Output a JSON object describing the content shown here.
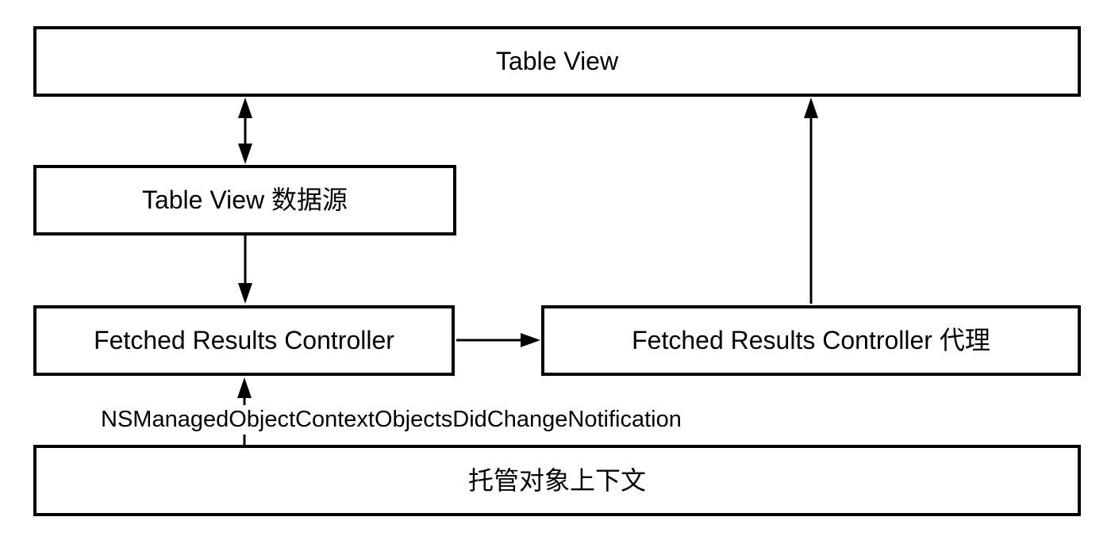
{
  "diagram": {
    "colors": {
      "background": "#ffffff",
      "stroke": "#000000",
      "text": "#000000"
    },
    "boxes": {
      "table_view": {
        "label": "Table View"
      },
      "table_view_data_source": {
        "label": "Table View 数据源"
      },
      "fetched_results_controller": {
        "label": "Fetched Results Controller"
      },
      "fetched_results_controller_delegate": {
        "label": "Fetched Results Controller 代理"
      },
      "managed_object_context": {
        "label": "托管对象上下文"
      }
    },
    "labels": {
      "notification": "NSManagedObjectContextObjectsDidChangeNotification"
    },
    "arrows": [
      {
        "name": "table-view-and-data-source",
        "direction": "bidirectional"
      },
      {
        "name": "data-source-to-fetched-results-controller",
        "direction": "down"
      },
      {
        "name": "managed-object-context-to-fetched-results-controller",
        "direction": "up"
      },
      {
        "name": "fetched-results-controller-to-delegate",
        "direction": "right"
      },
      {
        "name": "delegate-to-table-view",
        "direction": "up"
      }
    ]
  }
}
